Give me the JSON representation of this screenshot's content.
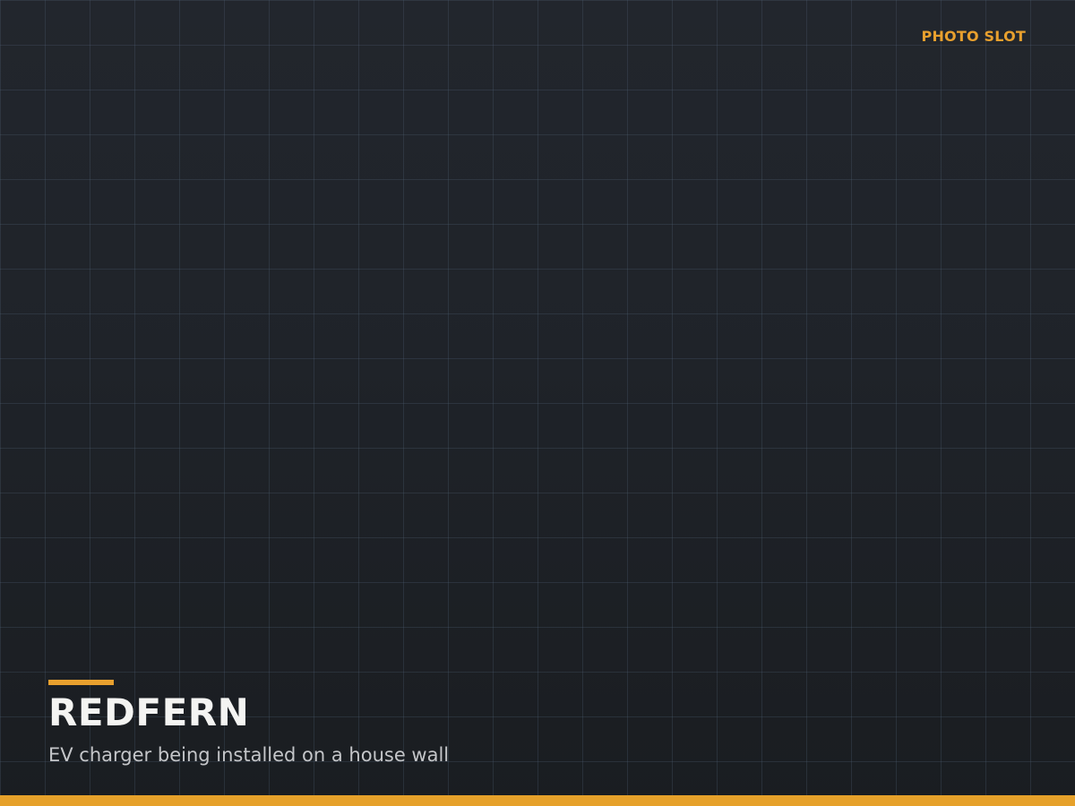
{
  "photo_slot": {
    "label": "PHOTO SLOT"
  },
  "caption": {
    "title": "REDFERN",
    "subtitle": "EV charger being installed on a house wall"
  },
  "colors": {
    "accent": "#e8a02e",
    "background": "#1f2329",
    "title": "#f4f4f2",
    "subtitle": "#c4c6c9"
  }
}
